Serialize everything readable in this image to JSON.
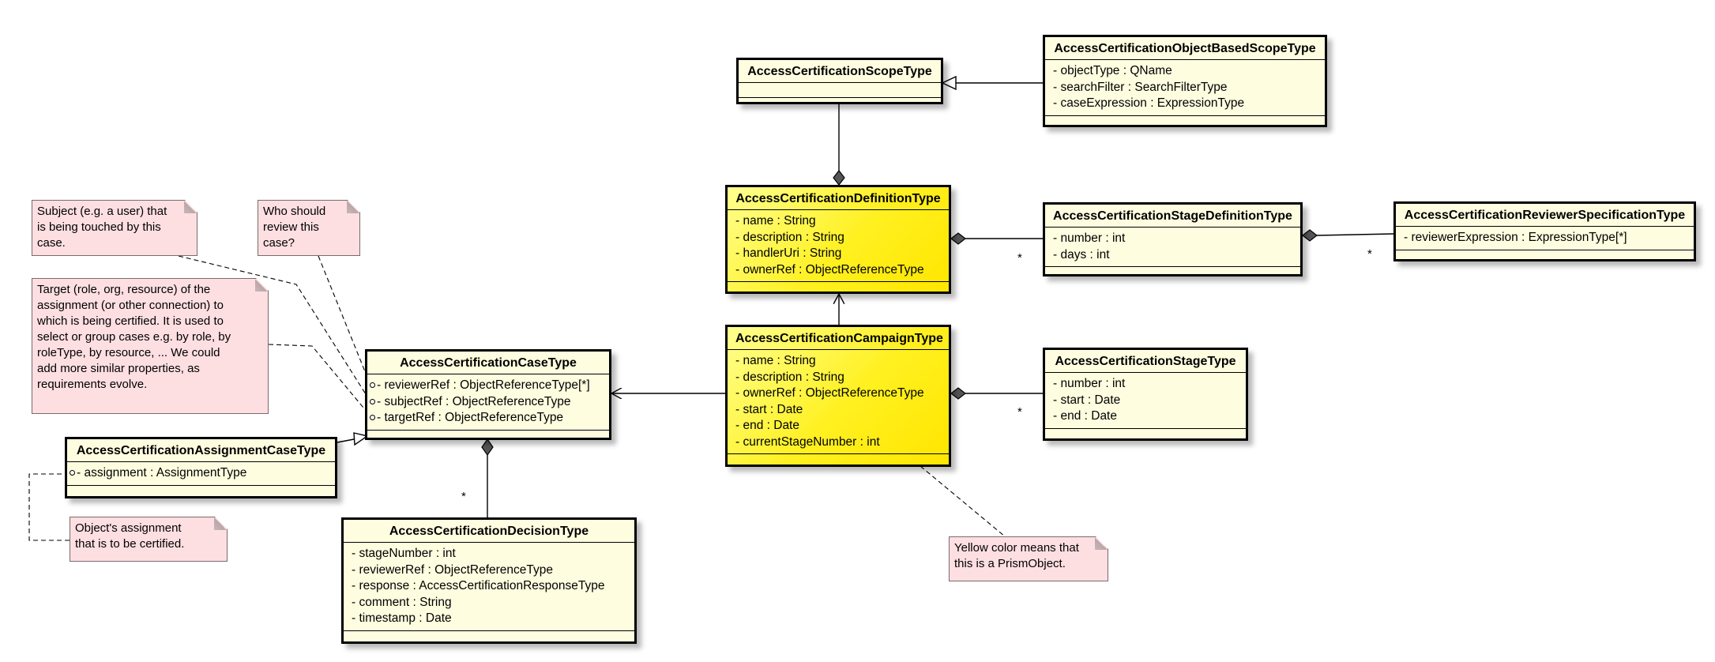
{
  "classes": {
    "scope": {
      "name": "AccessCertificationScopeType",
      "attributes": []
    },
    "object_scope": {
      "name": "AccessCertificationObjectBasedScopeType",
      "attributes": [
        "- objectType : QName",
        "- searchFilter : SearchFilterType",
        "- caseExpression : ExpressionType"
      ]
    },
    "definition": {
      "name": "AccessCertificationDefinitionType",
      "attributes": [
        "- name : String",
        "- description : String",
        "- handlerUri : String",
        "- ownerRef : ObjectReferenceType"
      ]
    },
    "stage_definition": {
      "name": "AccessCertificationStageDefinitionType",
      "attributes": [
        "- number : int",
        "- days : int"
      ]
    },
    "reviewer_spec": {
      "name": "AccessCertificationReviewerSpecificationType",
      "attributes": [
        "- reviewerExpression : ExpressionType[*]"
      ]
    },
    "campaign": {
      "name": "AccessCertificationCampaignType",
      "attributes": [
        "- name : String",
        "- description : String",
        "- ownerRef : ObjectReferenceType",
        "- start : Date",
        "- end : Date",
        "- currentStageNumber : int"
      ]
    },
    "stage": {
      "name": "AccessCertificationStageType",
      "attributes": [
        "- number : int",
        "- start : Date",
        "- end : Date"
      ]
    },
    "case": {
      "name": "AccessCertificationCaseType",
      "attributes": [
        "- reviewerRef : ObjectReferenceType[*]",
        "- subjectRef : ObjectReferenceType",
        "- targetRef : ObjectReferenceType"
      ]
    },
    "assignment_case": {
      "name": "AccessCertificationAssignmentCaseType",
      "attributes": [
        "- assignment : AssignmentType"
      ]
    },
    "decision": {
      "name": "AccessCertificationDecisionType",
      "attributes": [
        "- stageNumber : int",
        "- reviewerRef : ObjectReferenceType",
        "- response : AccessCertificationResponseType",
        "- comment : String",
        "- timestamp : Date"
      ]
    }
  },
  "notes": {
    "subject": "Subject (e.g. a user) that\nis being touched by this\ncase.",
    "reviewer": "Who should\nreview this\ncase?",
    "target": "Target (role, org, resource) of the\nassignment (or other connection) to\nwhich is being certified. It is used to\nselect or group cases e.g. by role, by\nroleType, by resource, ... We could\nadd more similar properties, as\nrequirements evolve.",
    "assignment": "Object's assignment\nthat is to be certified.",
    "yellow": "Yellow color means that\nthis is a PrismObject."
  },
  "multiplicities": {
    "stage_definition": "*",
    "reviewer_spec": "*",
    "stage": "*",
    "decision": "*"
  },
  "colors": {
    "prism_object": "#ffee00",
    "plain_class": "#fffde0",
    "note": "#fddfe2"
  }
}
